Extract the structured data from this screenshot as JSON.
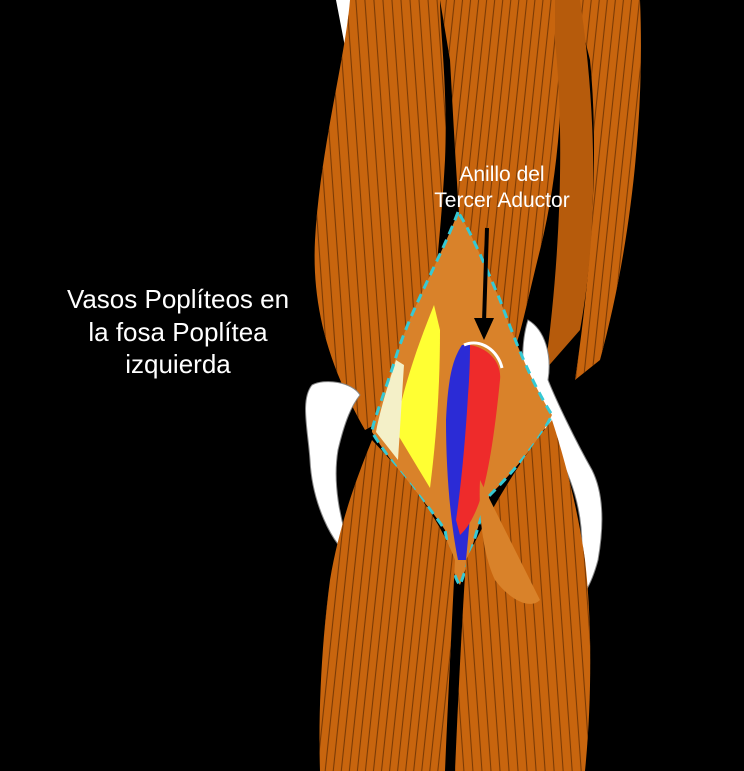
{
  "annotations": {
    "main_title_lines": [
      "Vasos Poplíteos en",
      "la fosa Poplítea",
      "izquierda"
    ],
    "ring_label_lines": [
      "Anillo del",
      "Tercer Aductor"
    ]
  },
  "colors": {
    "background": "#000000",
    "muscle": "#c8650e",
    "muscle_light": "#d9822a",
    "muscle_line": "#7a3a05",
    "bone": "#ffffff",
    "nerve": "#ffff33",
    "vein": "#2b2bd6",
    "artery": "#ee2b2b",
    "fossa_outline": "#36c9d4",
    "label_text": "#ffffff",
    "arrow": "#000000"
  },
  "structures": [
    "muscle",
    "bone",
    "nerve",
    "vein",
    "artery",
    "popliteal-fossa",
    "adductor-hiatus"
  ]
}
